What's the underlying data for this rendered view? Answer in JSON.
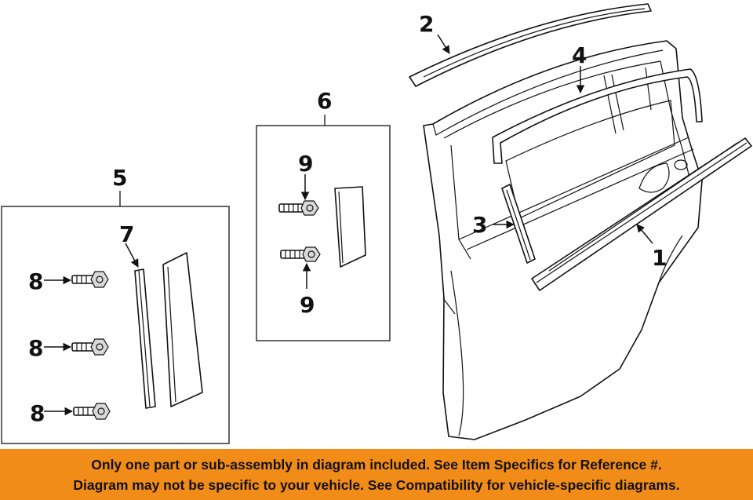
{
  "callouts": {
    "c1": "1",
    "c2": "2",
    "c3": "3",
    "c4": "4",
    "c5": "5",
    "c6": "6",
    "c7": "7",
    "c8a": "8",
    "c8b": "8",
    "c8c": "8",
    "c9a": "9",
    "c9b": "9"
  },
  "banner": {
    "line1": "Only one part or sub-assembly in diagram included. See Item Specifics for Reference #.",
    "line2": "Diagram may not be specific to your vehicle. See Compatibility for vehicle-specific diagrams."
  },
  "colors": {
    "banner_bg": "#f28c18",
    "line": "#111111"
  },
  "icons": [
    "arrow-icon",
    "bolt-icon"
  ]
}
